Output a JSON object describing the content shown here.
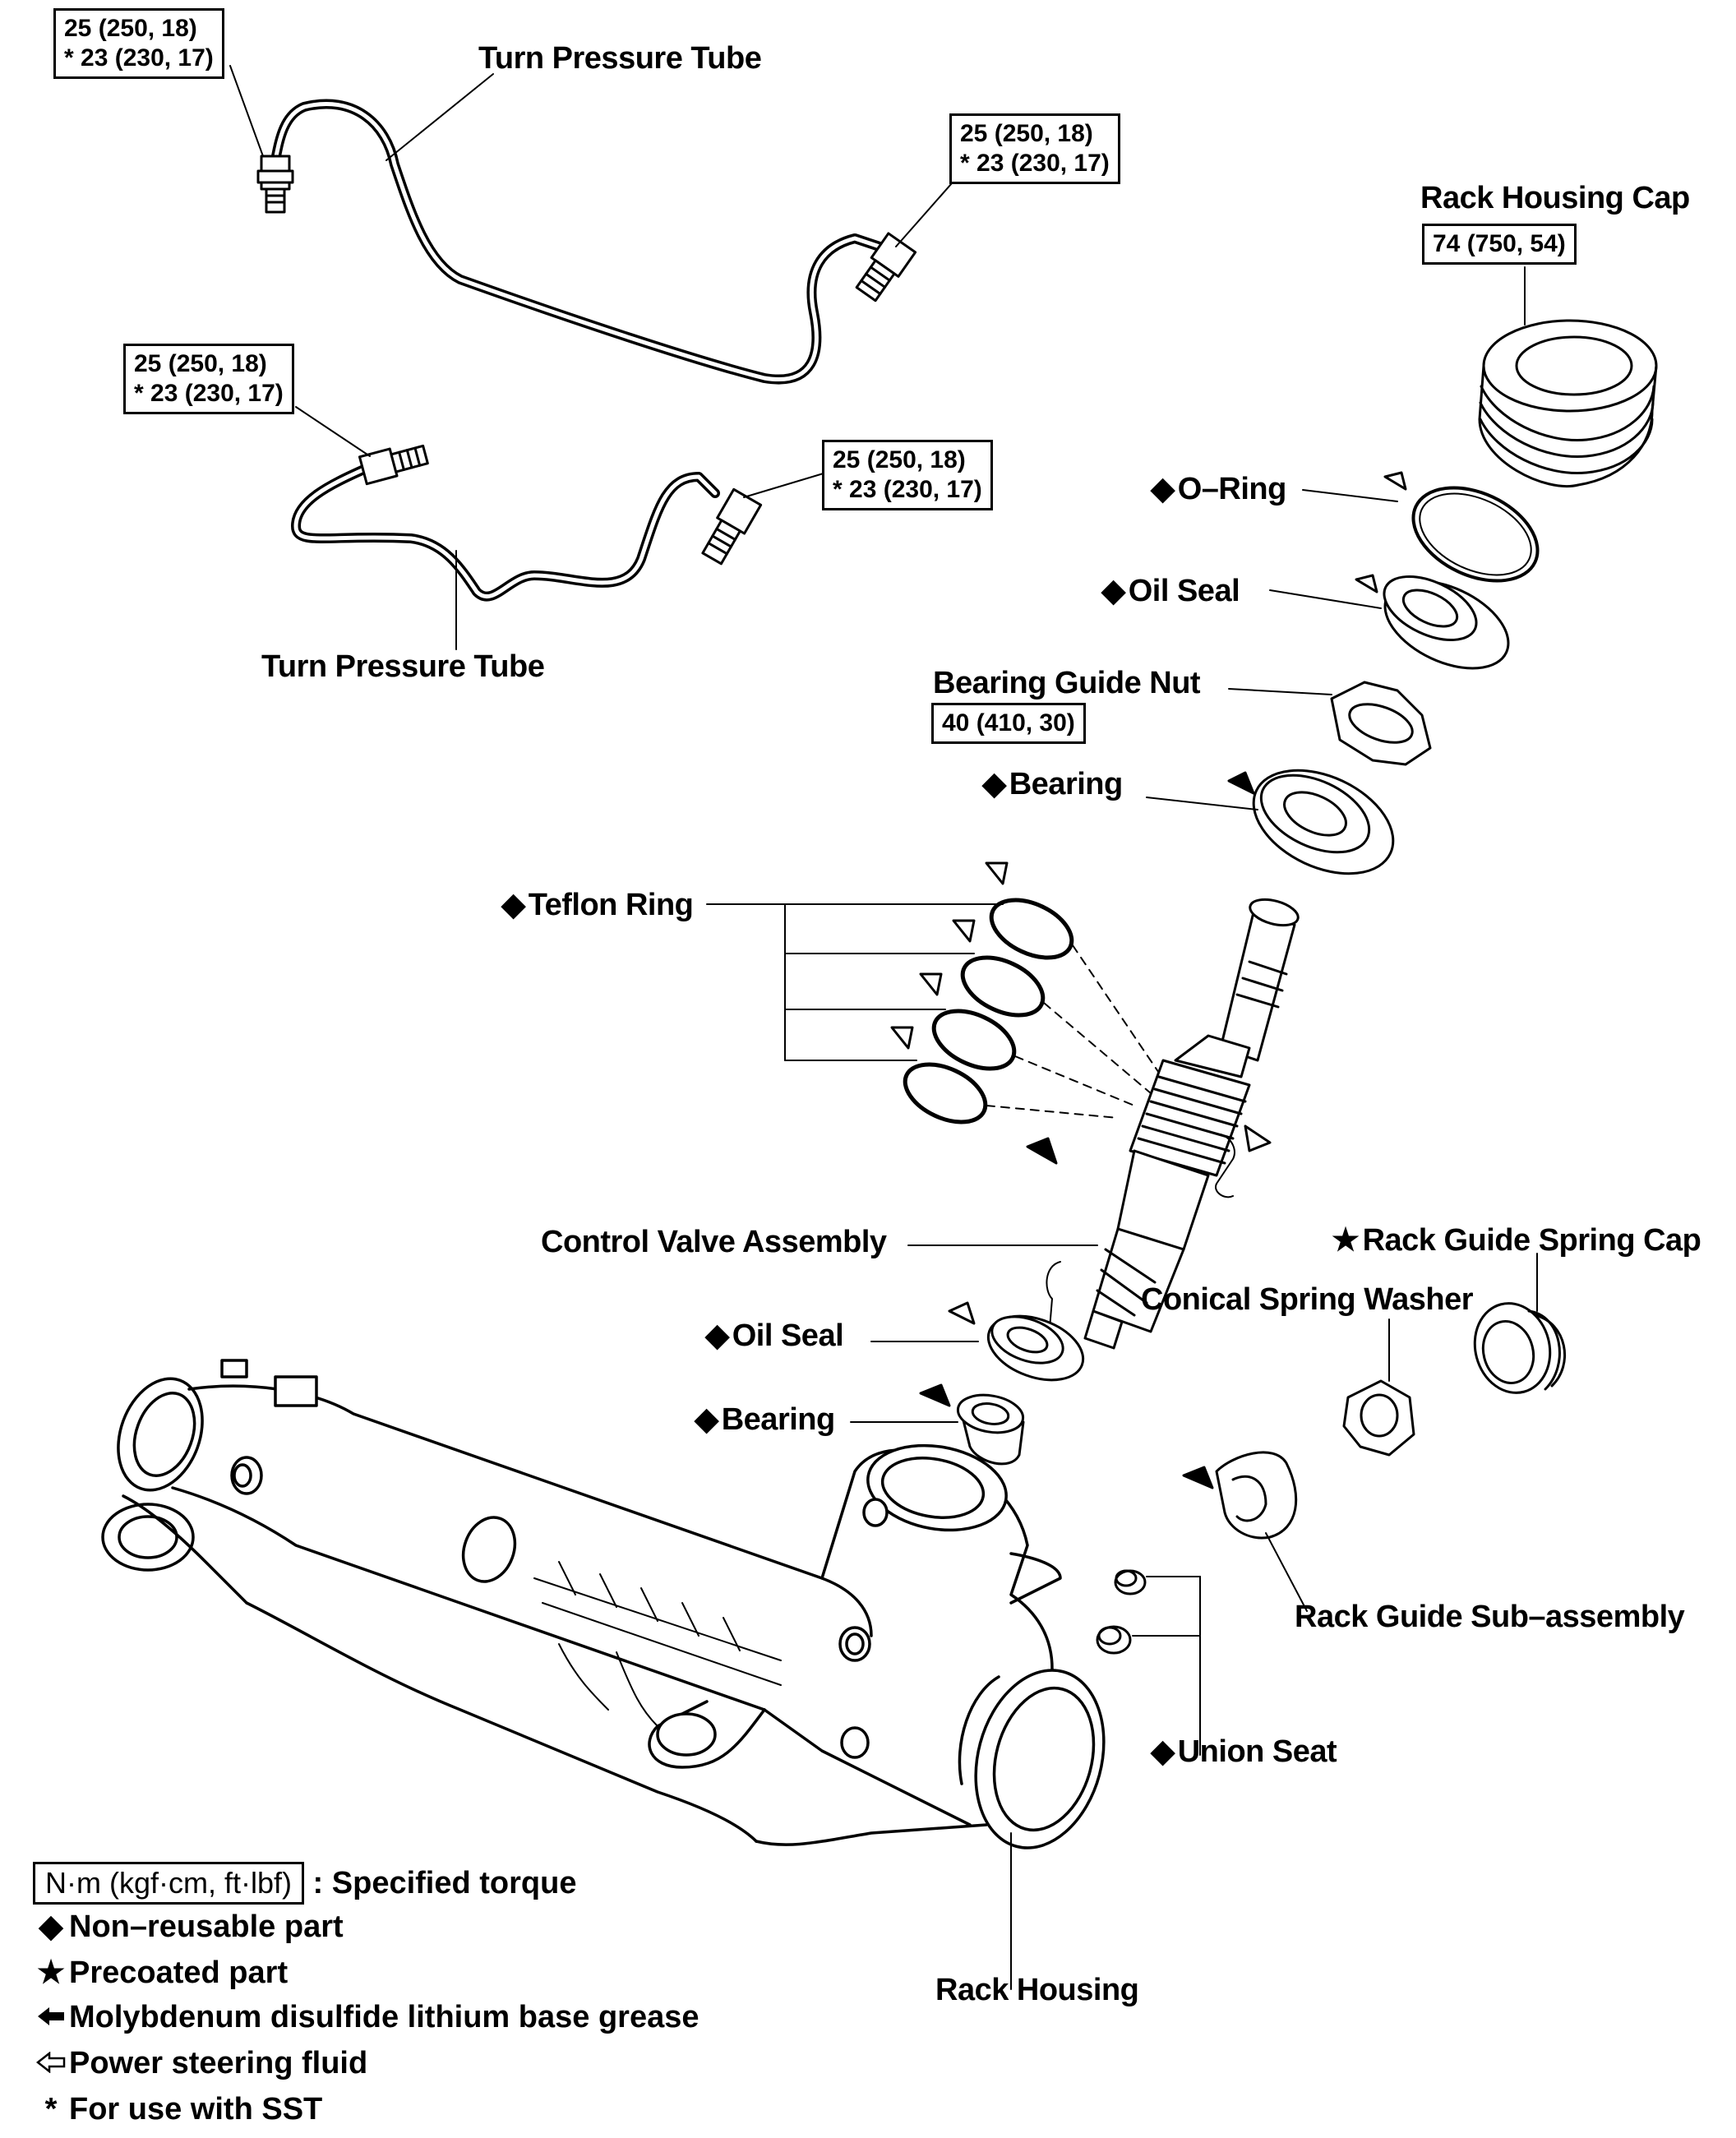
{
  "labels": {
    "turn_pressure_tube_top": "Turn Pressure Tube",
    "turn_pressure_tube_bottom": "Turn Pressure Tube",
    "rack_housing_cap": "Rack Housing Cap",
    "o_ring": "O–Ring",
    "oil_seal_upper": "Oil Seal",
    "bearing_guide_nut": "Bearing Guide Nut",
    "bearing_upper": "Bearing",
    "teflon_ring": "Teflon Ring",
    "control_valve_assembly": "Control Valve Assembly",
    "rack_guide_spring_cap": "Rack Guide Spring Cap",
    "conical_spring_washer": "Conical Spring Washer",
    "oil_seal_lower": "Oil Seal",
    "bearing_lower": "Bearing",
    "rack_guide_sub_assembly": "Rack Guide Sub–assembly",
    "union_seat": "Union Seat",
    "rack_housing": "Rack Housing"
  },
  "symbols": {
    "diamond": "◆",
    "star": "★"
  },
  "torque_boxes": {
    "tube_top_left": {
      "line1": "25 (250, 18)",
      "line2": "* 23 (230, 17)"
    },
    "tube_top_right": {
      "line1": "25 (250, 18)",
      "line2": "* 23 (230, 17)"
    },
    "tube_bottom_left": {
      "line1": "25 (250, 18)",
      "line2": "* 23 (230, 17)"
    },
    "tube_bottom_right": {
      "line1": "25 (250, 18)",
      "line2": "* 23 (230, 17)"
    },
    "rack_housing_cap": {
      "line1": "74 (750, 54)"
    },
    "bearing_guide_nut": {
      "line1": "40 (410, 30)"
    }
  },
  "legend": {
    "torque_box": "N·m (kgf·cm, ft·lbf)",
    "torque_text": ": Specified torque",
    "non_reusable": "Non–reusable part",
    "precoated": "Precoated part",
    "moly_grease": "Molybdenum disulfide lithium base grease",
    "ps_fluid": "Power steering fluid",
    "sst_mark": "*",
    "sst": "For use with SST"
  }
}
